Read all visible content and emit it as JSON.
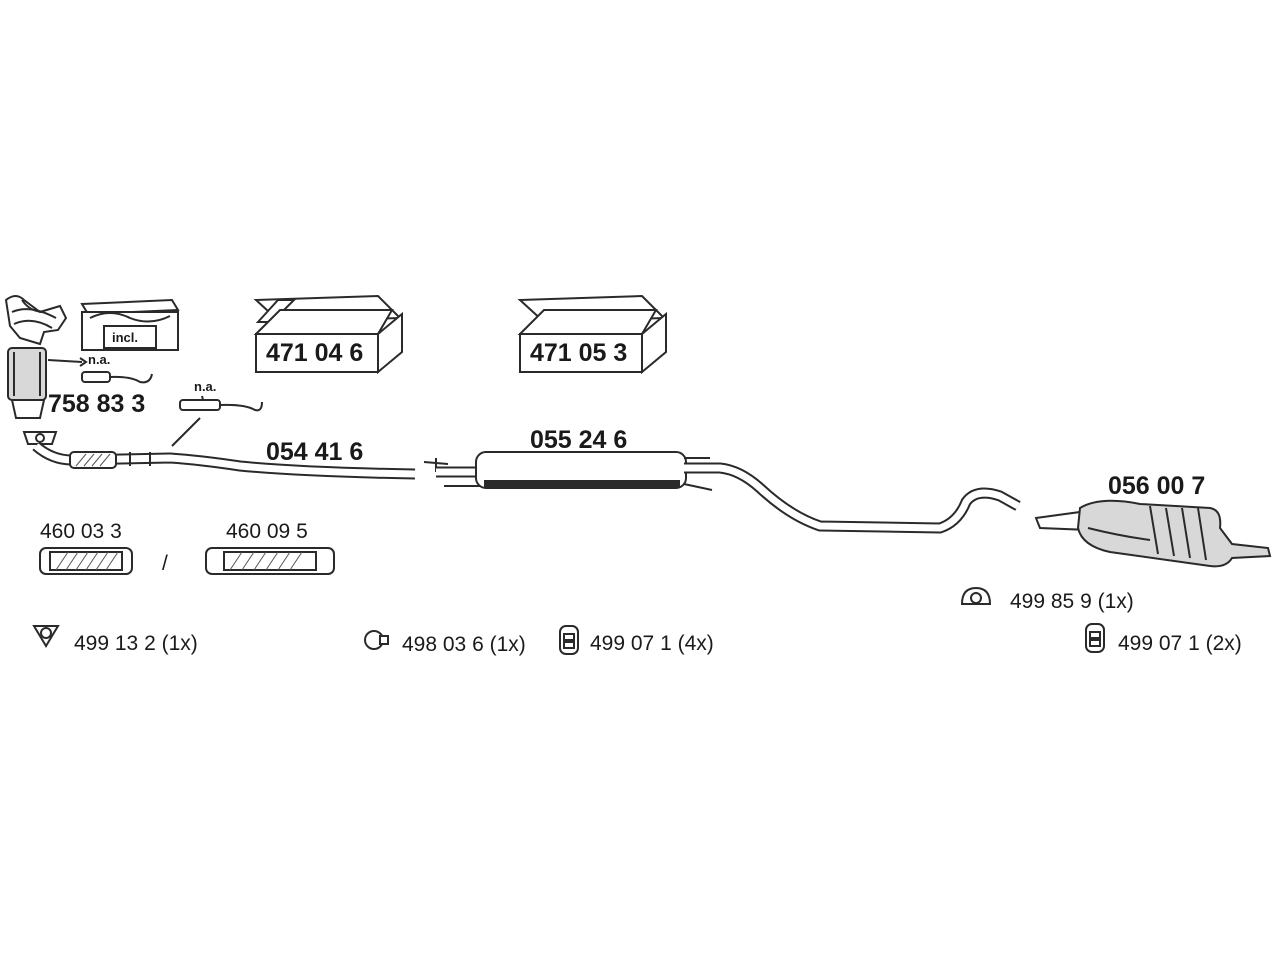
{
  "parts": {
    "catalytic_converter": "758 83 3",
    "mounting_kit_1": "471 04 6",
    "mounting_kit_2": "471 05 3",
    "front_pipe": "054 41 6",
    "middle_silencer": "055 24 6",
    "rear_silencer": "056 00 7",
    "repair_pipe_a": "460 03 3",
    "repair_pipe_b": "460 09 5",
    "gasket_triangle": "499 13 2 (1x)",
    "clamp": "498 03 6 (1x)",
    "rubber_mount_middle": "499 07 1 (4x)",
    "gasket_ring": "499 85 9 (1x)",
    "rubber_mount_rear": "499 07 1 (2x)"
  },
  "notes": {
    "included_label": "incl.",
    "na_1": "n.a.",
    "na_2": "n.a.",
    "separator": "/"
  },
  "colors": {
    "line": "#2a2a2a",
    "background": "#ffffff"
  }
}
